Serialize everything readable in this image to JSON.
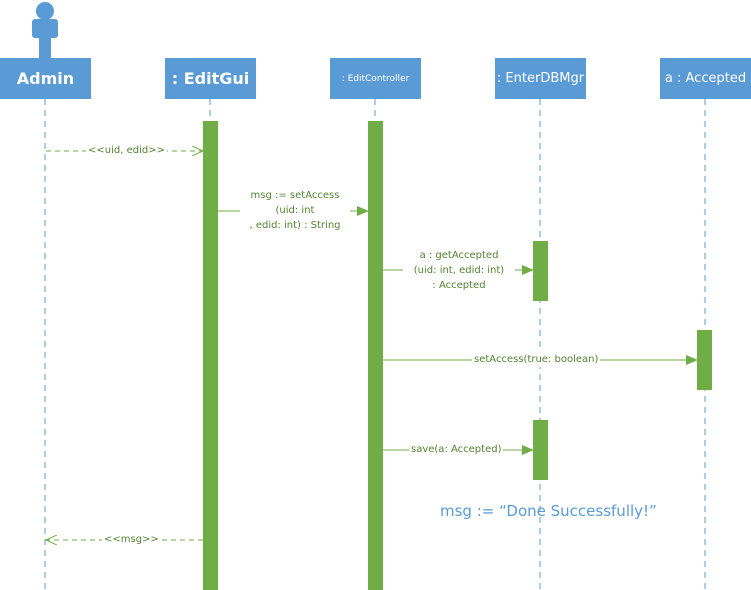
{
  "lifelines": [
    {
      "id": "admin",
      "label": "Admin"
    },
    {
      "id": "editgui",
      "label": ": EditGui"
    },
    {
      "id": "editcontroller",
      "label": ": EditController"
    },
    {
      "id": "enterdbmgr",
      "label": ": EnterDBMgr"
    },
    {
      "id": "accepted",
      "label": "a : Accepted"
    }
  ],
  "messages": {
    "m1": "<<uid, edid>>",
    "m2": [
      "msg := setAccess",
      "(uid: int",
      ", edid: int) : String"
    ],
    "m3": [
      "a : getAccepted",
      "(uid: int, edid: int)",
      ": Accepted"
    ],
    "m4": "setAccess(true: boolean)",
    "m5": "save(a: Accepted)",
    "m6": "<<msg>>"
  },
  "note": "msg := “Done Successfully!”",
  "colors": {
    "box": "#5b9bd5",
    "activation": "#70ad47",
    "message": "#70ad47",
    "lifeline": "#5b9bd5",
    "note": "#5b9bd5"
  }
}
